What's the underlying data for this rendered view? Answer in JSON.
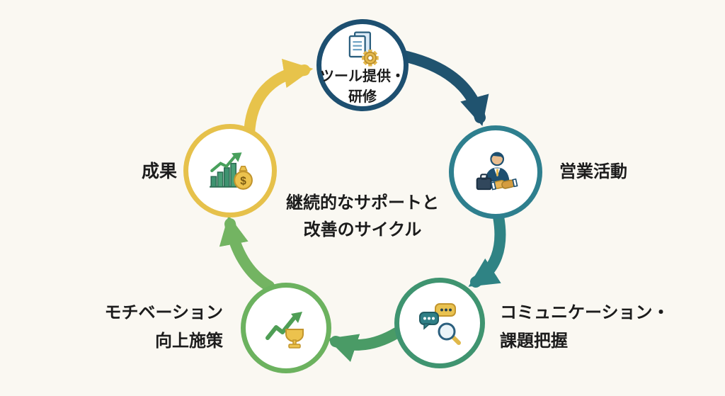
{
  "title": {
    "line1": "継続的なサポートと",
    "line2": "改善のサイクル"
  },
  "background": "#faf8f2",
  "nodes": [
    {
      "id": "tools",
      "label": "ツール提供・\n研修",
      "color": "#1d4f70",
      "icon": "document-gear-icon"
    },
    {
      "id": "sales",
      "label": "営業活動",
      "color": "#2e7f8e",
      "icon": "businessman-handshake-icon"
    },
    {
      "id": "communication",
      "label": "コミュニケーション・\n課題把握",
      "color": "#3f9470",
      "icon": "chat-magnifier-icon"
    },
    {
      "id": "motivation",
      "label": "モチベーション\n向上施策",
      "color": "#6cb25f",
      "icon": "growth-trophy-icon"
    },
    {
      "id": "results",
      "label": "成果",
      "color": "#e6c14b",
      "icon": "bar-chart-moneybag-icon"
    }
  ],
  "arrows": [
    {
      "from": "results",
      "to": "tools",
      "color": "#e7c34b"
    },
    {
      "from": "tools",
      "to": "sales",
      "color": "#20536f"
    },
    {
      "from": "sales",
      "to": "communication",
      "color": "#2f8384"
    },
    {
      "from": "communication",
      "to": "motivation",
      "color": "#4a9b66"
    },
    {
      "from": "motivation",
      "to": "results",
      "color": "#73b462"
    }
  ],
  "icons": {
    "money_symbol": "$"
  }
}
